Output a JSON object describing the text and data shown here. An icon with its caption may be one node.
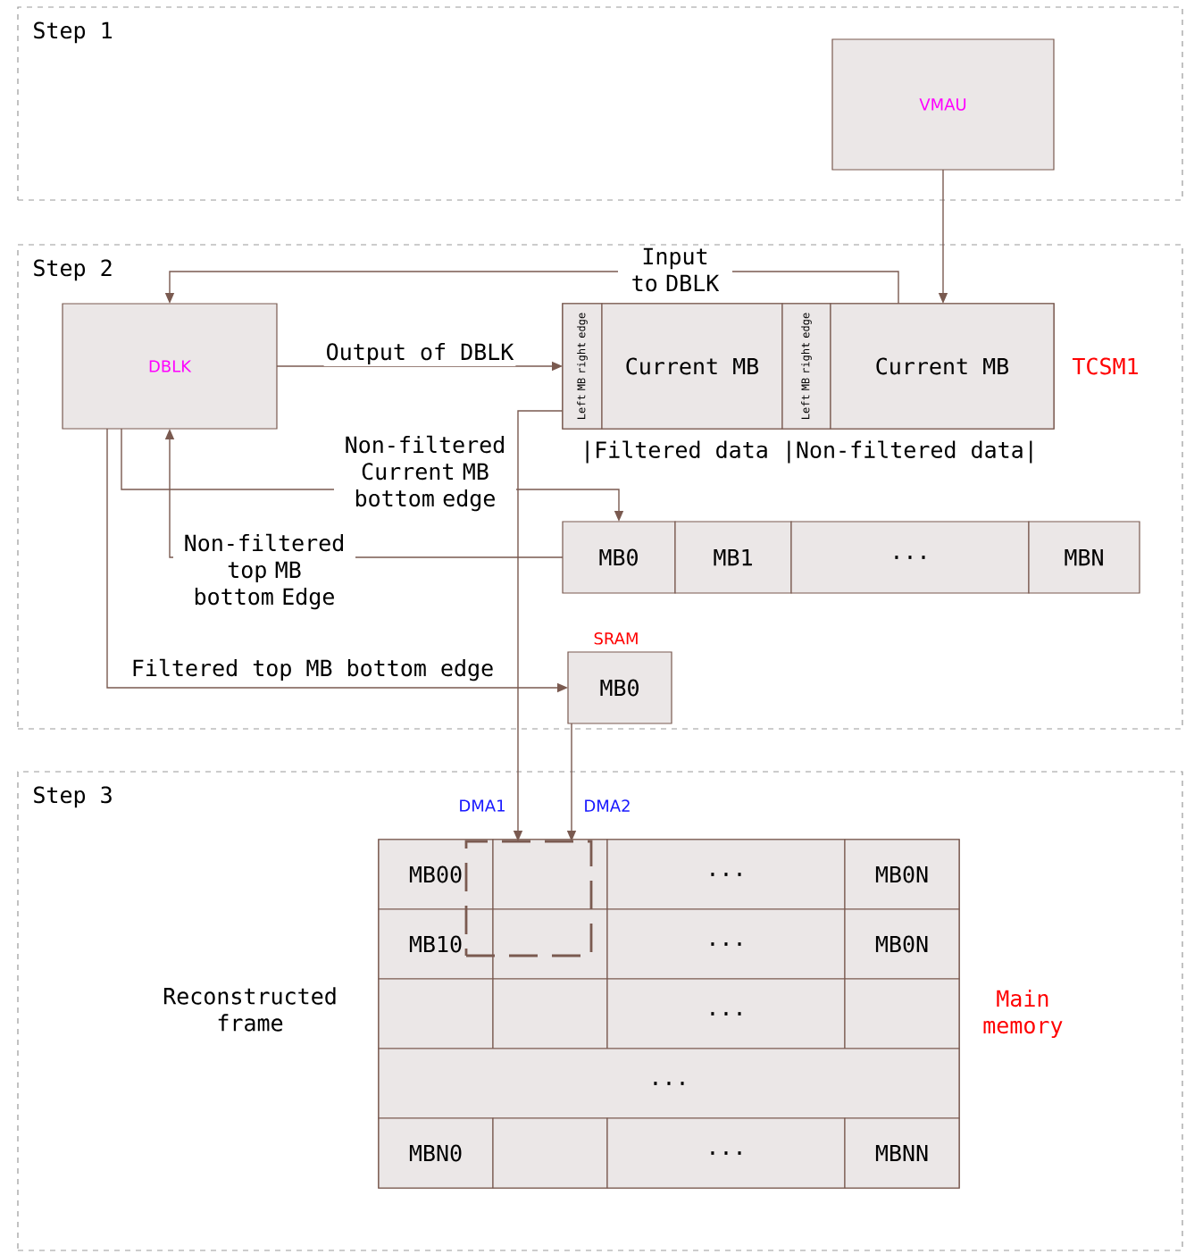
{
  "diagram": {
    "nodes": [
      {
        "text": [
          "Step 1"
        ]
      },
      {
        "text": [
          "VMAU"
        ],
        "in": 0
      },
      {
        "text": [
          "Step 2"
        ]
      },
      {
        "text": [
          "DBLK"
        ],
        "in": 2
      },
      {
        "text": [
          "TCSM1"
        ],
        "in": 2
      },
      {
        "text": [
          "Left MB right edge"
        ],
        "in": 4
      },
      {
        "text": [
          "Current MB"
        ],
        "in": 4
      },
      {
        "text": [
          "Left MB right edge"
        ],
        "in": 4
      },
      {
        "text": [
          "Current MB"
        ],
        "in": 4
      },
      {
        "text": [
          "MB0"
        ],
        "in": 2
      },
      {
        "text": [
          "MB1"
        ],
        "in": 2
      },
      {
        "text": [
          "..."
        ],
        "in": 2
      },
      {
        "text": [
          "MBN"
        ],
        "in": 2
      },
      {
        "text": [
          "MB0"
        ],
        "in": 2,
        "beside": [
          "SRAM"
        ]
      },
      {
        "text": [
          "Step 3"
        ]
      },
      {
        "text": [
          "Main memory"
        ],
        "in": 14
      },
      {
        "text": [
          "MB00"
        ],
        "in": 15
      },
      {
        "text": [],
        "shape": "box",
        "in": 15
      },
      {
        "text": [
          "..."
        ],
        "in": 15
      },
      {
        "text": [
          "MB0N"
        ],
        "in": 15
      },
      {
        "text": [
          "MB10"
        ],
        "in": 15
      },
      {
        "text": [],
        "shape": "box",
        "in": 15
      },
      {
        "text": [
          "..."
        ],
        "in": 15
      },
      {
        "text": [
          "MB0N"
        ],
        "in": 15
      },
      {
        "text": [],
        "shape": "box",
        "in": 15
      },
      {
        "text": [],
        "shape": "box",
        "in": 15
      },
      {
        "text": [
          "..."
        ],
        "in": 15
      },
      {
        "text": [],
        "shape": "box",
        "in": 15
      },
      {
        "text": [
          "..."
        ],
        "in": 15
      },
      {
        "text": [
          "MBN0"
        ],
        "in": 15
      },
      {
        "text": [],
        "shape": "box",
        "in": 15
      },
      {
        "text": [
          "..."
        ],
        "in": 15
      },
      {
        "text": [
          "MBNN"
        ],
        "in": 15
      },
      {
        "text": [],
        "shape": "box",
        "in": 15
      }
    ],
    "edges": [
      {
        "from": 1,
        "to": 8,
        "arrow": "to"
      },
      {
        "from": 8,
        "to": 3,
        "arrow": "to",
        "label": "Input to DBLK"
      },
      {
        "from": 3,
        "to": 5,
        "arrow": "to",
        "label": "Output of DBLK"
      },
      {
        "from": 3,
        "to": 9,
        "arrow": "to",
        "label": "Non-filtered Current MB bottom edge"
      },
      {
        "from": 9,
        "to": 3,
        "arrow": "to",
        "label": "Non-filtered top MB bottom Edge"
      },
      {
        "from": 3,
        "to": 13,
        "arrow": "to",
        "label": "Filtered top MB bottom edge"
      },
      {
        "from": 5,
        "to": 33,
        "arrow": "to",
        "label": "DMA1"
      },
      {
        "from": 13,
        "to": 33,
        "arrow": "to",
        "label": "DMA2"
      }
    ],
    "labels": [
      "|Filtered data |Non-filtered data|",
      "Reconstructed frame"
    ]
  }
}
